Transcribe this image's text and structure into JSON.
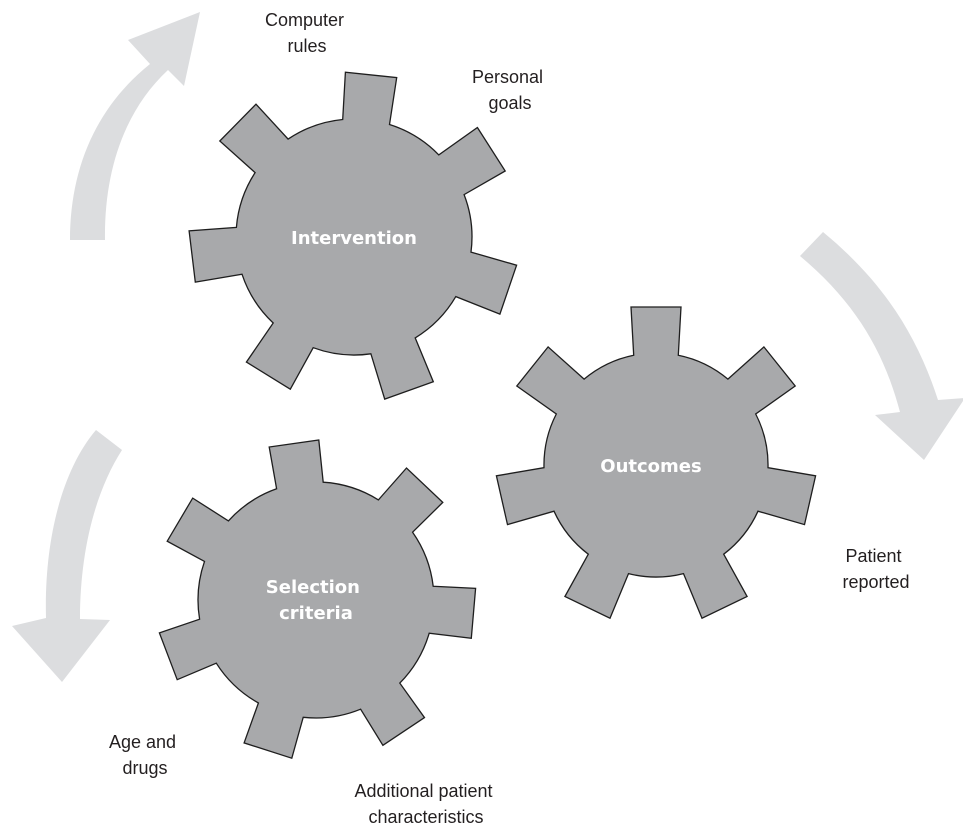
{
  "gears": {
    "intervention": {
      "label_lines": [
        "Intervention"
      ]
    },
    "outcomes": {
      "label_lines": [
        "Outcomes"
      ]
    },
    "selection": {
      "label_lines": [
        "Selection",
        "criteria"
      ]
    }
  },
  "annotations": {
    "computer_rules": [
      "Computer",
      "rules"
    ],
    "personal_goals": [
      "Personal",
      "goals"
    ],
    "patient_reported": [
      "Patient",
      "reported"
    ],
    "age_and_drugs": [
      "Age and",
      "drugs"
    ],
    "additional_patient": [
      "Additional patient",
      "characteristics"
    ]
  },
  "colors": {
    "gear_fill": "#a8a9ab",
    "gear_stroke": "#1e1e1e",
    "gear_text": "#ffffff",
    "arrow_fill": "#dcdddf",
    "note_text": "#231f20"
  }
}
